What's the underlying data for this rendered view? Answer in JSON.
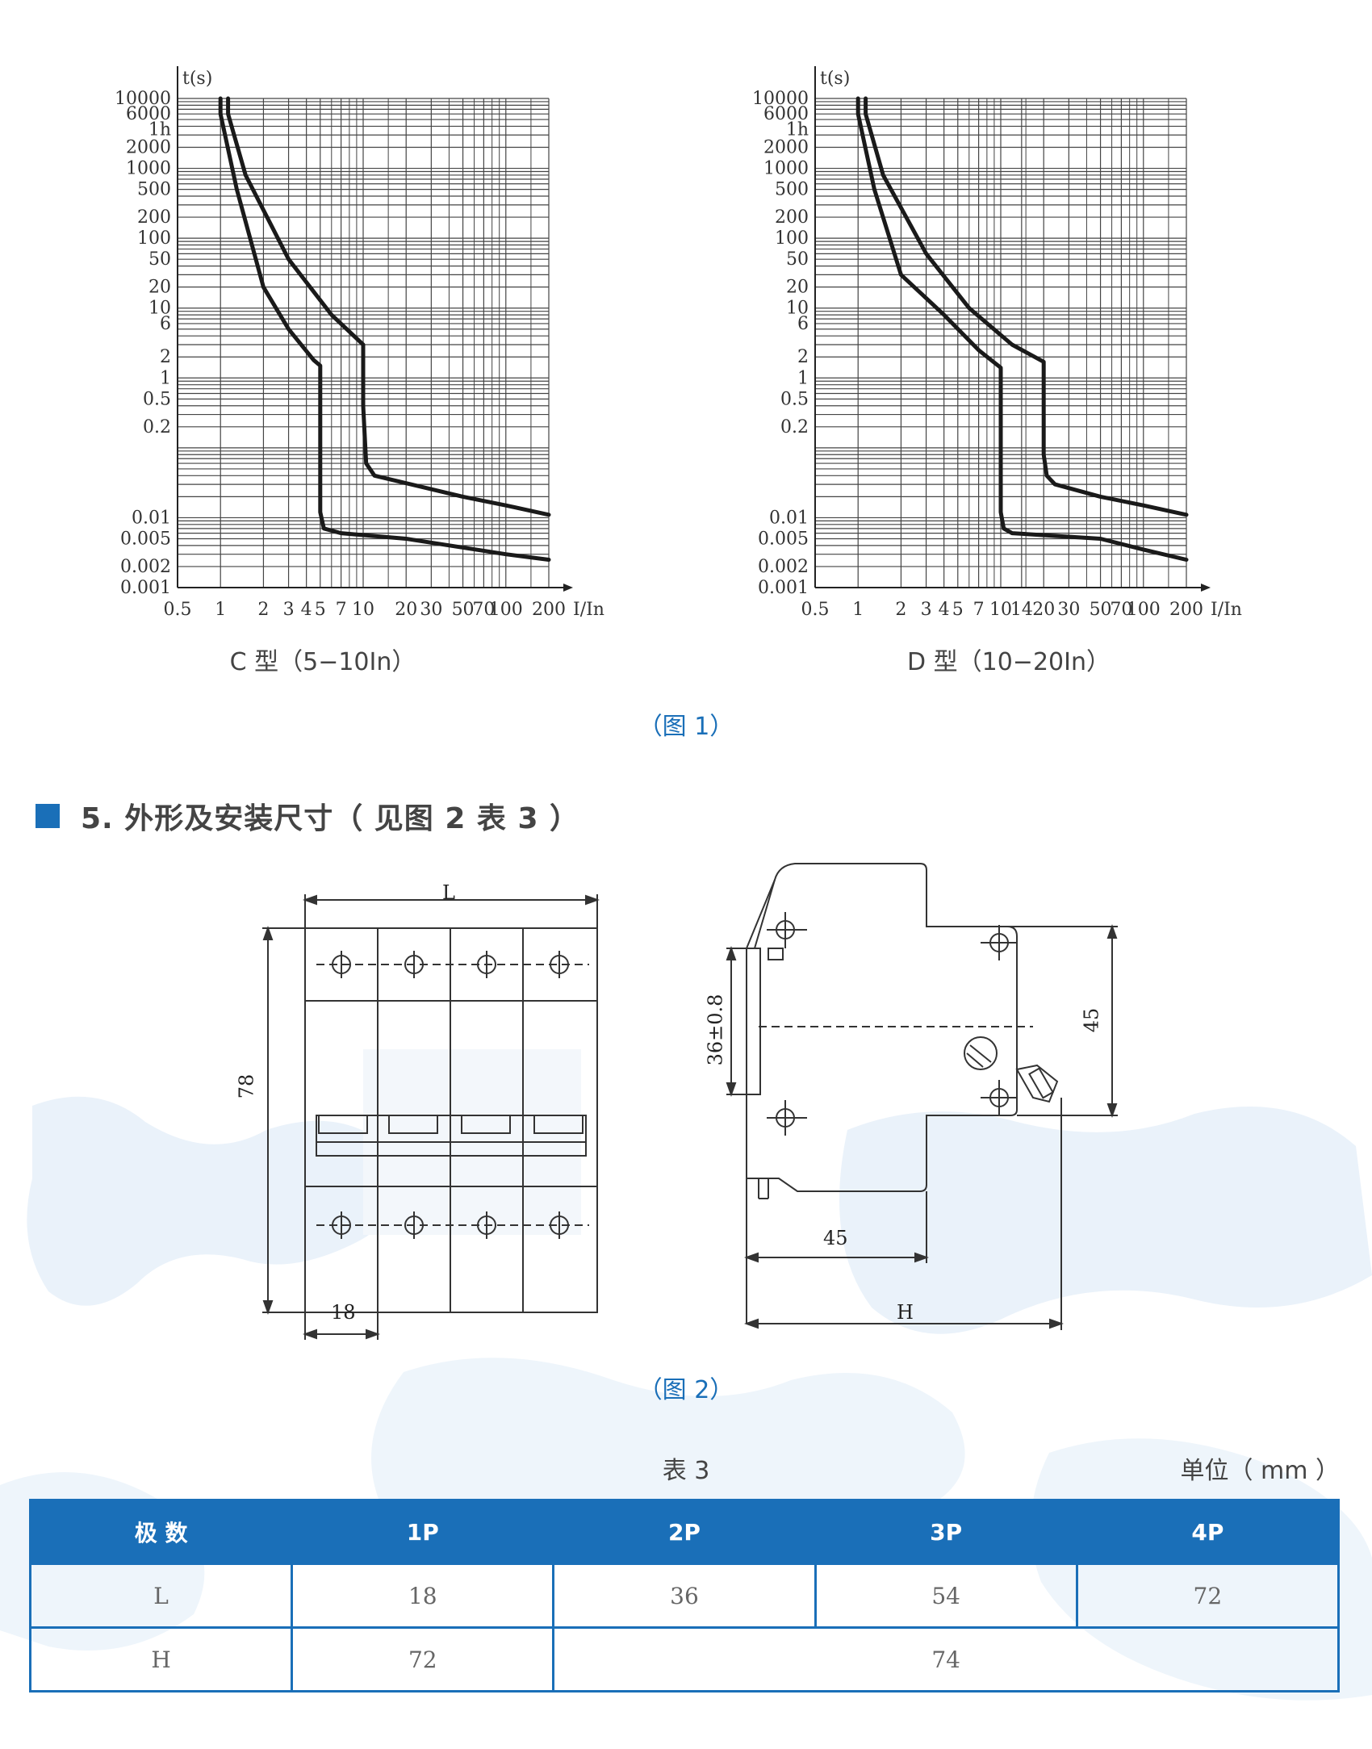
{
  "figure1": {
    "caption": "（图 1）",
    "charts": [
      {
        "title": "C 型（5−10In）"
      },
      {
        "title": "D 型（10−20In）"
      }
    ]
  },
  "section5": {
    "heading": "5. 外形及安装尺寸（ 见图 2 表 3 ）"
  },
  "figure2": {
    "caption": "（图 2）",
    "front_labels": {
      "L": "L",
      "height": "78",
      "pole_width": "18"
    },
    "side_labels": {
      "rail": "36±0.8",
      "right_height": "45",
      "depth45": "45",
      "H": "H"
    }
  },
  "table3": {
    "title": "表 3",
    "unit": "单位（ mm ）",
    "headers": [
      "极 数",
      "1P",
      "2P",
      "3P",
      "4P"
    ],
    "row_L": {
      "label": "L",
      "values": [
        "18",
        "36",
        "54",
        "72"
      ]
    },
    "row_H": {
      "label": "H",
      "value_1p": "72",
      "value_rest": "74"
    }
  },
  "chart_data": [
    {
      "type": "line",
      "title": "C 型（5−10In）",
      "xlabel": "I/In",
      "ylabel": "t(s)",
      "x_scale": "log",
      "y_scale": "log",
      "x_tick_labels": [
        "0.5",
        "1",
        "2",
        "3",
        "4",
        "5",
        "7",
        "10",
        "20",
        "30",
        "50",
        "70",
        "100",
        "200"
      ],
      "y_tick_labels": [
        "10000",
        "6000",
        "1h",
        "2000",
        "1000",
        "500",
        "200",
        "100",
        "50",
        "20",
        "10",
        "6",
        "2",
        "1",
        "0.5",
        "0.2",
        "0.01",
        "0.005",
        "0.002",
        "0.001"
      ],
      "series": [
        {
          "x": [
            1,
            1,
            1.3,
            2,
            3,
            4.5,
            5,
            5,
            5.3,
            7,
            20,
            100,
            200
          ],
          "y": [
            10000,
            6000,
            500,
            20,
            5,
            1.8,
            1.5,
            0.012,
            0.007,
            0.006,
            0.005,
            0.003,
            0.0025
          ]
        },
        {
          "x": [
            1.13,
            1.13,
            1.5,
            3,
            6,
            10,
            10,
            10.5,
            12,
            50,
            100,
            200
          ],
          "y": [
            10000,
            6000,
            800,
            50,
            8,
            3,
            0.4,
            0.06,
            0.04,
            0.02,
            0.015,
            0.011
          ]
        }
      ]
    },
    {
      "type": "line",
      "title": "D 型（10−20In）",
      "xlabel": "I/In",
      "ylabel": "t(s)",
      "x_scale": "log",
      "y_scale": "log",
      "x_tick_labels": [
        "0.5",
        "1",
        "2",
        "3",
        "4",
        "5",
        "7",
        "10",
        "14",
        "20",
        "30",
        "50",
        "70",
        "100",
        "200"
      ],
      "y_tick_labels": [
        "10000",
        "6000",
        "1h",
        "2000",
        "1000",
        "500",
        "200",
        "100",
        "50",
        "20",
        "10",
        "6",
        "2",
        "1",
        "0.5",
        "0.2",
        "0.01",
        "0.005",
        "0.002",
        "0.001"
      ],
      "series": [
        {
          "x": [
            1,
            1,
            1.3,
            2,
            4,
            7,
            10,
            10,
            10.5,
            12,
            50,
            100,
            200
          ],
          "y": [
            10000,
            6000,
            500,
            30,
            8,
            2.5,
            1.4,
            0.012,
            0.007,
            0.006,
            0.005,
            0.0035,
            0.0025
          ]
        },
        {
          "x": [
            1.13,
            1.13,
            1.5,
            3,
            6,
            12,
            20,
            20,
            21,
            24,
            50,
            100,
            200
          ],
          "y": [
            10000,
            6000,
            800,
            60,
            10,
            3,
            1.7,
            0.08,
            0.04,
            0.03,
            0.02,
            0.015,
            0.011
          ]
        }
      ]
    }
  ]
}
